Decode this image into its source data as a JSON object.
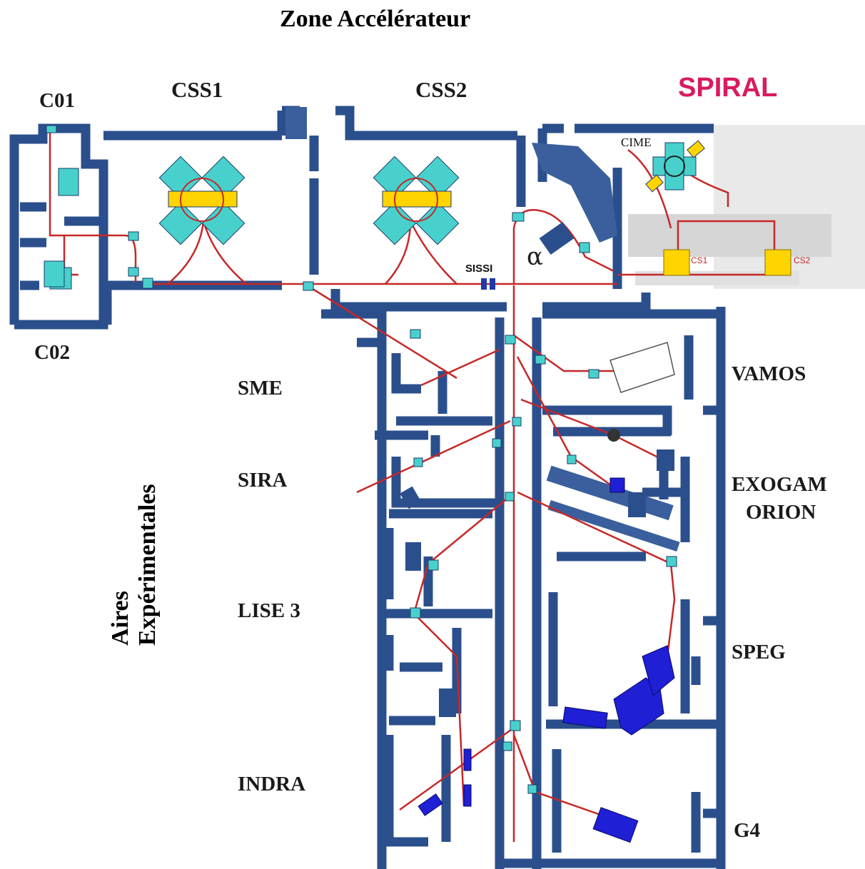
{
  "title": "Zone Accélérateur",
  "side_label": {
    "line1": "Aires",
    "line2": "Expérimentales"
  },
  "labels": {
    "c01": "C01",
    "c02": "C02",
    "css1": "CSS1",
    "css2": "CSS2",
    "spiral": "SPIRAL",
    "cime": "CIME",
    "sissi": "SISSI",
    "alpha": "α",
    "cs1": "CS1",
    "cs2": "CS2",
    "sme": "SME",
    "sira": "SIRA",
    "lise3": "LISE 3",
    "indra": "INDRA",
    "vamos": "VAMOS",
    "exogam": "EXOGAM",
    "orion": "ORION",
    "speg": "SPEG",
    "g4": "G4"
  },
  "colors": {
    "wall": "#2b4f8c",
    "beamline": "#c62828",
    "magnet": "#48d1cc",
    "yoke": "#ffd400",
    "detector": "#1f1fd6",
    "spiral": "#d81b60",
    "shade": "#d8d8d8"
  }
}
